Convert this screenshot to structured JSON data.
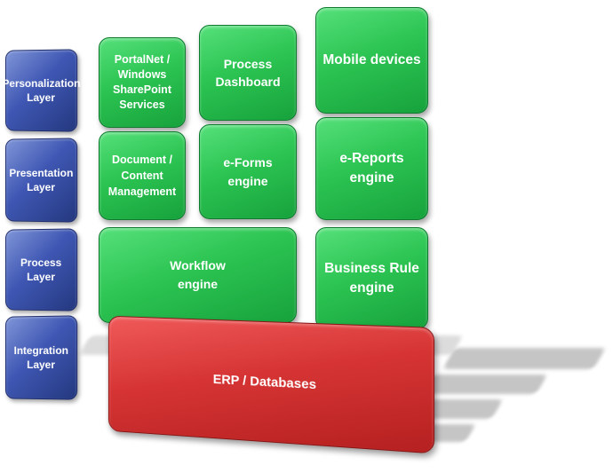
{
  "layers": {
    "personalization": "Personalization\nLayer",
    "presentation": "Presentation\nLayer",
    "process": "Process\nLayer",
    "integration": "Integration\nLayer"
  },
  "components": {
    "portalnet": "PortalNet /\nWindows\nSharePoint\nServices",
    "process_dashboard": "Process\nDashboard",
    "mobile_devices": "Mobile devices",
    "document_management": "Document /\nContent\nManagement",
    "eforms": "e-Forms\nengine",
    "ereports": "e-Reports\nengine",
    "workflow": "Workflow\nengine",
    "business_rule": "Business Rule\nengine",
    "erp": "ERP / Databases"
  },
  "colors": {
    "layer_blue": "#3f57b3",
    "component_green": "#2cc452",
    "base_red": "#d63434"
  }
}
